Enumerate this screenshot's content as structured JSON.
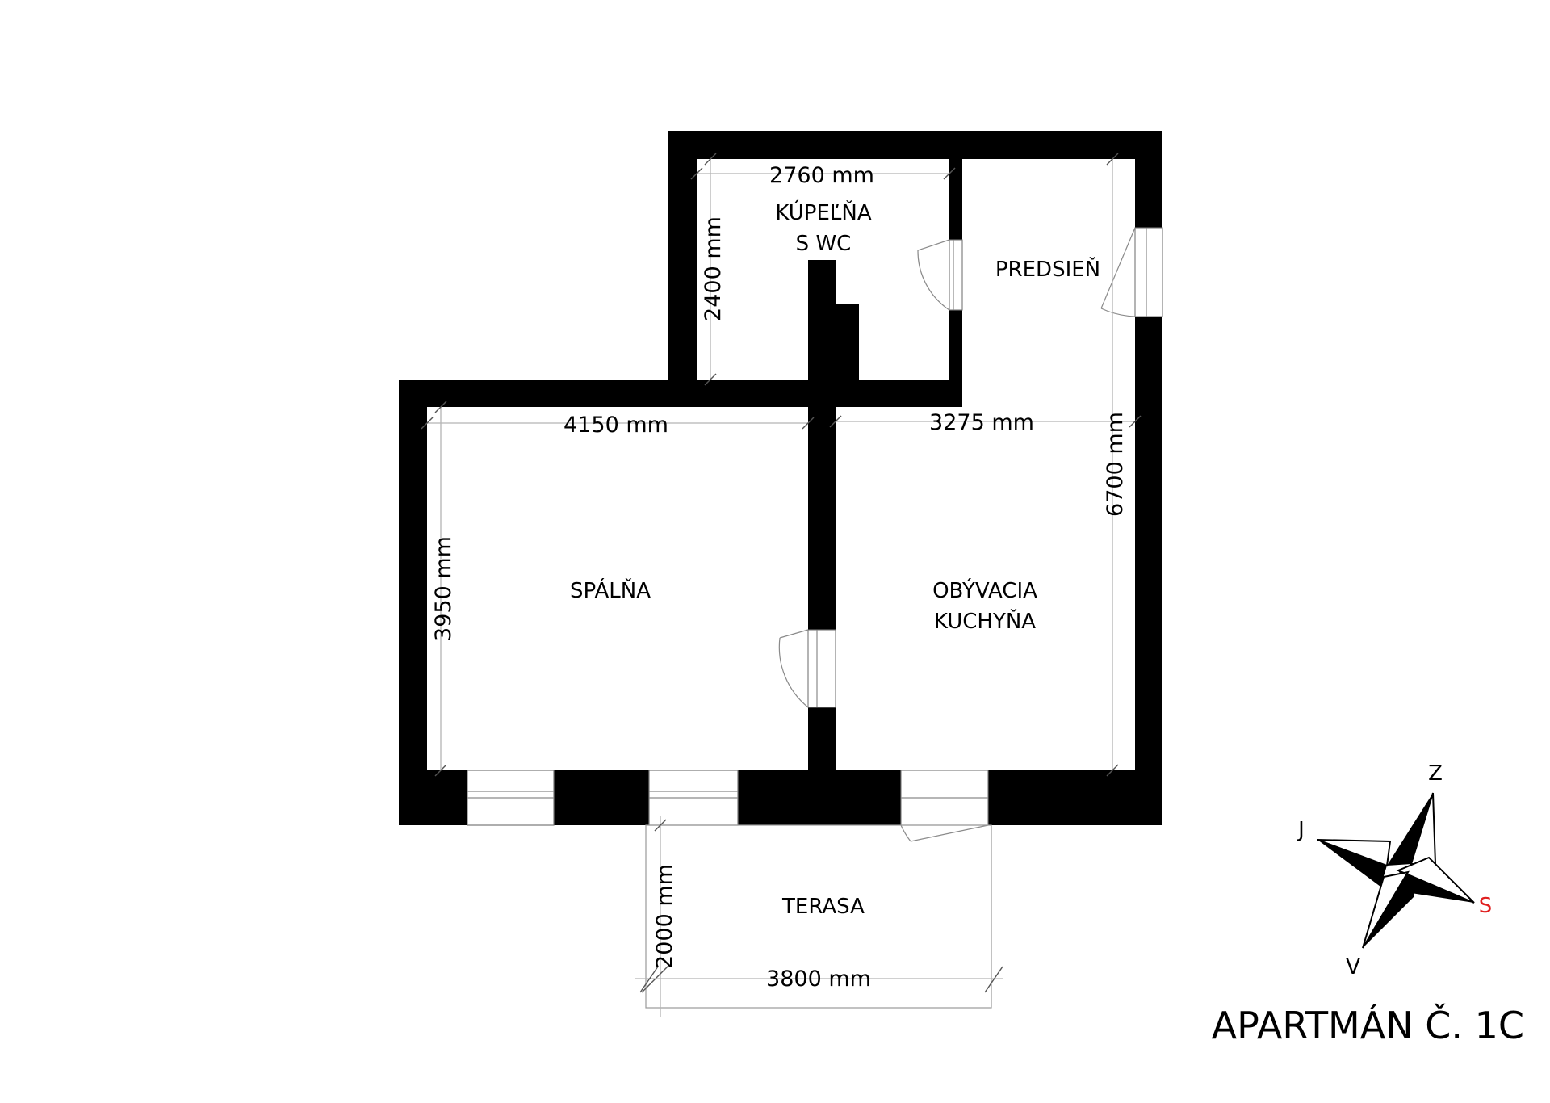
{
  "title": "APARTMÁN Č. 1C",
  "rooms": {
    "kupelna_line1": "KÚPEĽŇA",
    "kupelna_line2": "S WC",
    "predsien": "PREDSIEŇ",
    "spalna": "SPÁLŇA",
    "obyvacia_line1": "OBÝVACIA",
    "obyvacia_line2": "KUCHYŇA",
    "terasa": "TERASA"
  },
  "dimensions": {
    "kupelna_width": "2760 mm",
    "kupelna_height": "2400 mm",
    "spalna_width": "4150 mm",
    "spalna_height": "3950 mm",
    "obyvacia_width": "3275 mm",
    "obyvacia_height": "6700 mm",
    "terasa_depth": "2000 mm",
    "terasa_width": "3800 mm"
  },
  "compass": {
    "north": "Z",
    "west": "J",
    "south": "S",
    "east": "V",
    "south_color": "#e02020"
  }
}
